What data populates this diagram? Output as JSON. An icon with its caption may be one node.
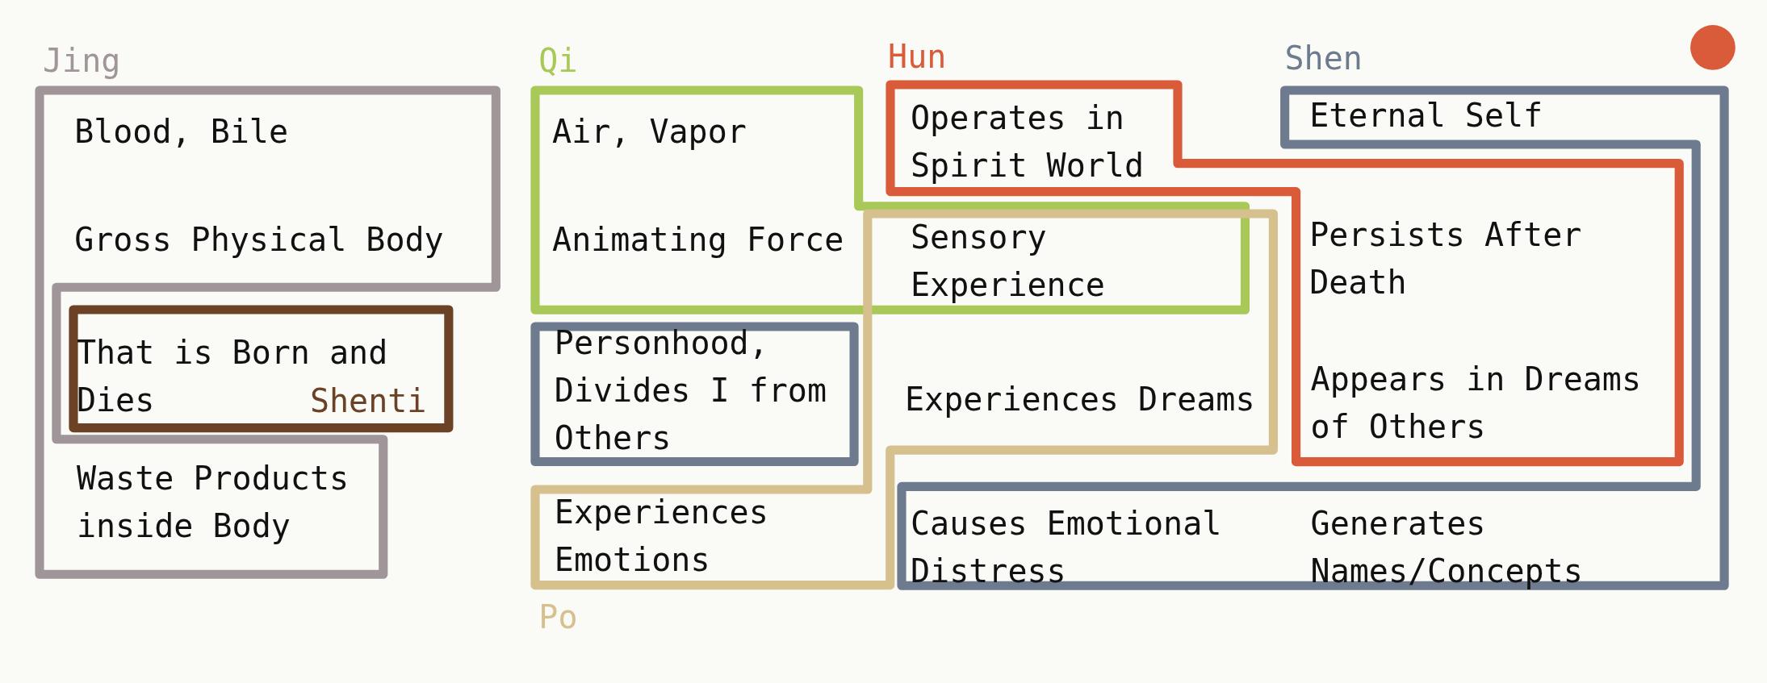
{
  "diagram": {
    "nodes": [
      {
        "text": [
          "Jing",
          "Blood, Bile",
          "Gross Physical Body",
          "Waste Products inside Body"
        ]
      },
      {
        "text": [
          "That is Born and Dies",
          "Shenti"
        ],
        "in": 0
      },
      {
        "text": [
          "Qi",
          "Air, Vapor",
          "Animating Force"
        ]
      },
      {
        "text": [
          "Hun",
          "Operates in Spirit World",
          "Persists After Death",
          "Appears in Dreams of Others"
        ]
      },
      {
        "text": [
          "Shen",
          "Eternal Self",
          "Causes Emotional Distress",
          "Generates Names/Concepts"
        ]
      },
      {
        "text": [
          "Personhood, Divides I from Others"
        ]
      },
      {
        "text": [
          "Experiences Dreams",
          "Experiences Emotions",
          "Po"
        ]
      }
    ],
    "edges": [],
    "labels": [
      "Sensory Experience"
    ]
  }
}
